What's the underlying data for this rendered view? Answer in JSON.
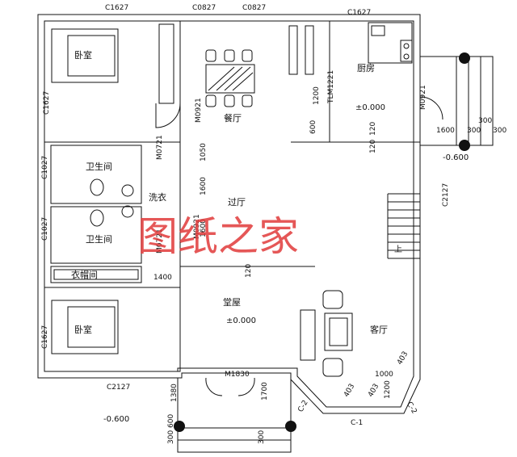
{
  "rooms": {
    "bedroom_top": "卧室",
    "bedroom_bottom": "卧室",
    "dining": "餐厅",
    "kitchen": "厨房",
    "bathroom_1": "卫生间",
    "bathroom_2": "卫生间",
    "laundry": "洗衣",
    "corridor": "过厅",
    "closet": "衣帽间",
    "main_hall": "堂屋",
    "living": "客厅",
    "up_arrow": "上"
  },
  "levels": {
    "kitchen": "±0.000",
    "hall": "±0.000",
    "outside_right": "-0.600",
    "outside_bottom": "-0.600"
  },
  "windows": {
    "top_left": "C1627",
    "top_mid_1": "C0827",
    "top_mid_2": "C0827",
    "top_right": "C1627",
    "left_upper": "C1627",
    "left_bath_1": "C1027",
    "left_bath_2": "C1027",
    "left_lower": "C1627",
    "bottom_left": "C2127",
    "right_stair": "C2127",
    "bay_front": "C-1",
    "bay_left": "C-2",
    "bay_right": "C-2"
  },
  "doors": {
    "dining_left": "M0921",
    "kitchen": "M0921",
    "kitchen_small": "TLM1221",
    "bath_1": "M0721",
    "bath_2": "M0721",
    "corridor": "M0921",
    "entrance": "M1830"
  },
  "dims": {
    "d1200": "1200",
    "d600": "600",
    "d120a": "120",
    "d120b": "120",
    "d1050": "1050",
    "d1600a": "1600",
    "d1600b": "1600",
    "d120c": "120",
    "d1400": "1400",
    "d1380": "1380",
    "d1700": "1700",
    "d600b": "600",
    "d300a": "300",
    "d300b": "300",
    "r1600": "1600",
    "r300a": "300",
    "r300b": "300",
    "r300c": "300",
    "d1000": "1000",
    "d403a": "403",
    "d403b": "403",
    "d403c": "403",
    "d1200b": "1200"
  },
  "watermark": "图纸之家"
}
